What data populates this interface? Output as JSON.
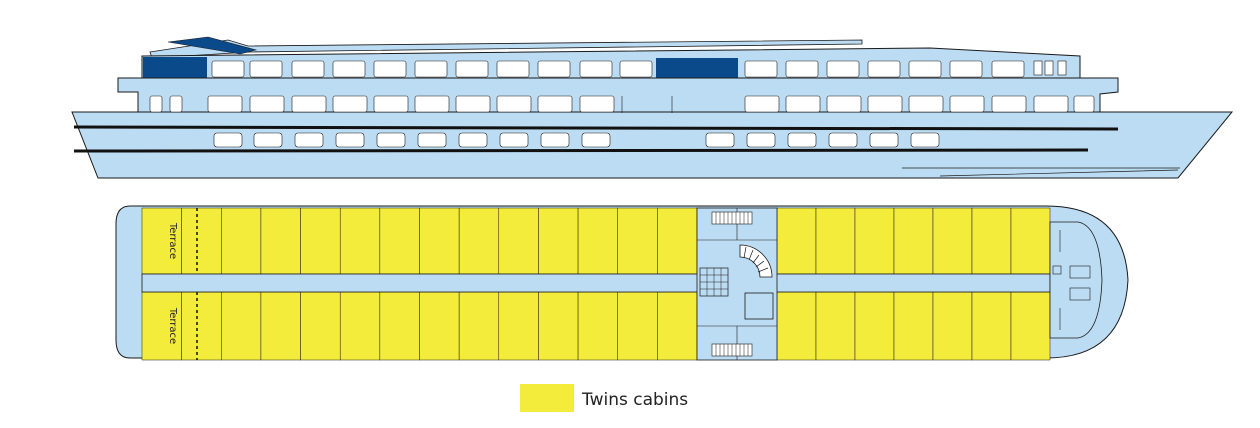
{
  "colors": {
    "hull": "#bcdcf3",
    "outline": "#1a1a1a",
    "cabin": "#f4ec3b",
    "dark_window": "#0b4a8a",
    "stripe": "#111111",
    "window": "#ffffff"
  },
  "deck_plan": {
    "terrace_top_label": "Terrace",
    "terrace_bottom_label": "Terrace",
    "left_cabin_columns": 14,
    "right_cabin_columns": 7
  },
  "legend": {
    "items": [
      {
        "label": "Twins cabins",
        "color": "#f4ec3b"
      }
    ]
  }
}
